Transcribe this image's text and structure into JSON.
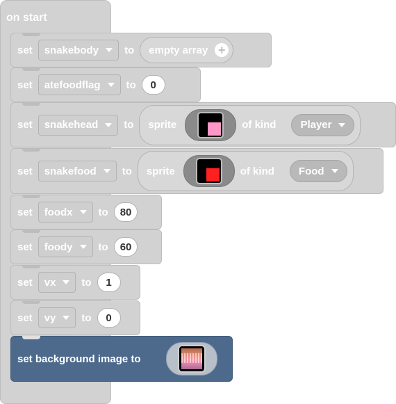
{
  "hat": {
    "label": "on start"
  },
  "blocks": {
    "snakebody": {
      "set": "set",
      "var": "snakebody",
      "to": "to",
      "value": "empty array"
    },
    "atefoodflag": {
      "set": "set",
      "var": "atefoodflag",
      "to": "to",
      "value": "0"
    },
    "snakehead": {
      "set": "set",
      "var": "snakehead",
      "to": "to",
      "sprite": "sprite",
      "ofkind": "of kind",
      "kind": "Player",
      "sprite_color": "#ff96c8"
    },
    "snakefood": {
      "set": "set",
      "var": "snakefood",
      "to": "to",
      "sprite": "sprite",
      "ofkind": "of kind",
      "kind": "Food",
      "sprite_color": "#ff2020"
    },
    "foodx": {
      "set": "set",
      "var": "foodx",
      "to": "to",
      "value": "80"
    },
    "foody": {
      "set": "set",
      "var": "foody",
      "to": "to",
      "value": "60"
    },
    "vx": {
      "set": "set",
      "var": "vx",
      "to": "to",
      "value": "1"
    },
    "vy": {
      "set": "set",
      "var": "vy",
      "to": "to",
      "value": "0"
    },
    "background": {
      "label": "set background image to"
    }
  },
  "colors": {
    "block_gray": "#d2d2d2",
    "block_blue": "#4d6a8c"
  },
  "icons": {
    "add": "plus-circle-icon",
    "dropdown": "chevron-down-icon"
  }
}
